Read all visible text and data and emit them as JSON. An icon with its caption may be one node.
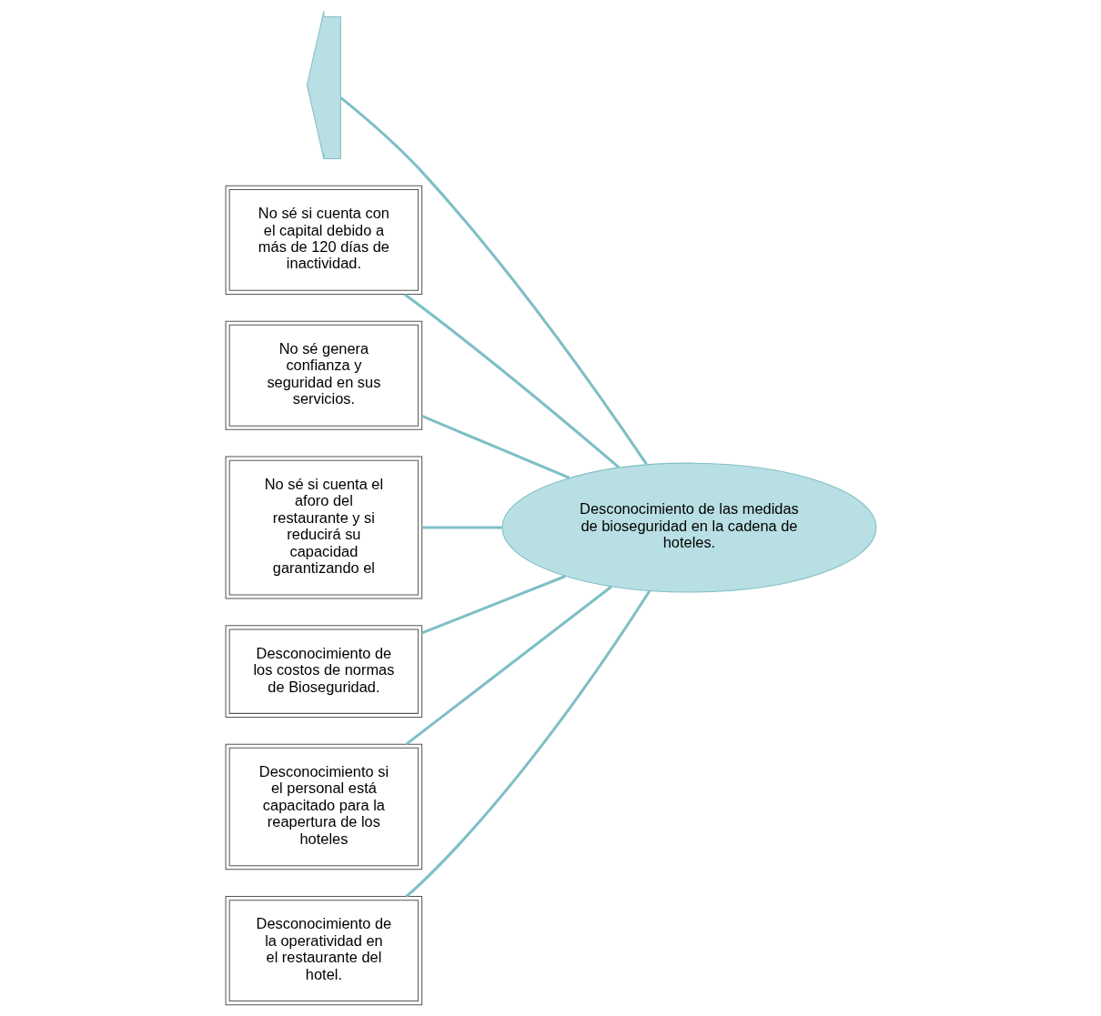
{
  "diagram": {
    "nodes": [
      {
        "text": [],
        "shape": "crescent"
      },
      {
        "text": [
          "No sé si cuenta con el capital debido a más de 120 días de inactividad."
        ]
      },
      {
        "text": [
          "No sé genera confianza y seguridad en sus servicios."
        ]
      },
      {
        "text": [
          "No sé si cuenta el aforo del restaurante y si reducirá su capacidad garantizando el"
        ]
      },
      {
        "text": [
          "Desconocimiento de las medidas de bioseguridad en la cadena de hoteles."
        ]
      },
      {
        "text": [
          "Desconocimiento de los costos de normas de Bioseguridad."
        ]
      },
      {
        "text": [
          "Desconocimiento si el personal está capacitado para la reapertura de los hoteles"
        ]
      },
      {
        "text": [
          "Desconocimiento de la operatividad en el restaurante del hotel."
        ]
      }
    ],
    "edges": [
      {
        "from": 0,
        "to": 4,
        "arrow": "none"
      },
      {
        "from": 1,
        "to": 4,
        "arrow": "none"
      },
      {
        "from": 2,
        "to": 4,
        "arrow": "none"
      },
      {
        "from": 3,
        "to": 4,
        "arrow": "none"
      },
      {
        "from": 5,
        "to": 4,
        "arrow": "none"
      },
      {
        "from": 6,
        "to": 4,
        "arrow": "none"
      },
      {
        "from": 7,
        "to": 4,
        "arrow": "none"
      }
    ]
  }
}
